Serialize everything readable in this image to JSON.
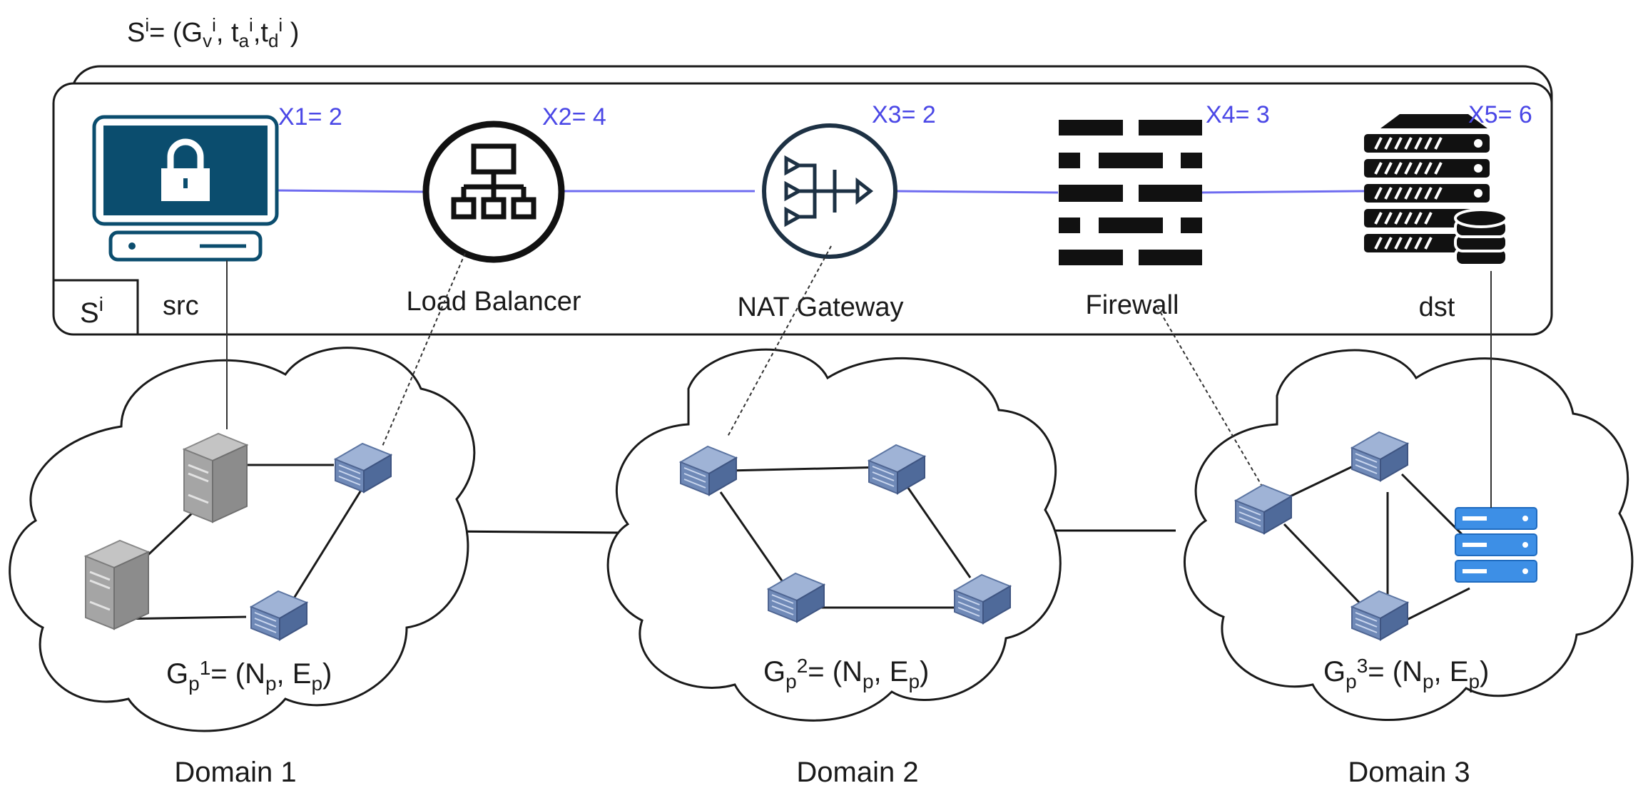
{
  "header": {
    "formula": {
      "base": "S",
      "sup": "i",
      "eq": "= (G",
      "v_sub": "v",
      "v_sup": "i",
      "sep1": ", t",
      "a_sub": "a",
      "a_sup": "i",
      "sep2": ",t",
      "d_sub": "d",
      "d_sup": "i",
      "close": " )"
    }
  },
  "slice_box": {
    "tag_base": "S",
    "tag_sup": "i"
  },
  "vnfs": [
    {
      "label": "src",
      "param": "X1= 2",
      "icon": "secure-terminal-icon"
    },
    {
      "label": "Load Balancer",
      "param": "X2= 4",
      "icon": "load-balancer-icon"
    },
    {
      "label": "NAT Gateway",
      "param": "X3= 2",
      "icon": "nat-gateway-icon"
    },
    {
      "label": "Firewall",
      "param": "X4= 3",
      "icon": "firewall-icon"
    },
    {
      "label": "dst",
      "param": "X5= 6",
      "icon": "server-database-icon"
    }
  ],
  "domains": [
    {
      "name": "Domain 1",
      "graph": {
        "G": "G",
        "p": "p",
        "sup": "1",
        "rest": "= (N",
        "np": "p",
        "mid": ", E",
        "ep": "p",
        "close": ")"
      }
    },
    {
      "name": "Domain 2",
      "graph": {
        "G": "G",
        "p": "p",
        "sup": "2",
        "rest": "= (N",
        "np": "p",
        "mid": ", E",
        "ep": "p",
        "close": ")"
      }
    },
    {
      "name": "Domain 3",
      "graph": {
        "G": "G",
        "p": "p",
        "sup": "3",
        "rest": "= (N",
        "np": "p",
        "mid": ", E",
        "ep": "p",
        "close": ")"
      }
    }
  ],
  "colors": {
    "virtual_link": "#6f6cf0",
    "param_text": "#4a47e6",
    "terminal": "#0b4d6e",
    "switch": "#6f89b7",
    "server_gray": "#9a9a9a",
    "server_blue": "#2f7fd6"
  }
}
